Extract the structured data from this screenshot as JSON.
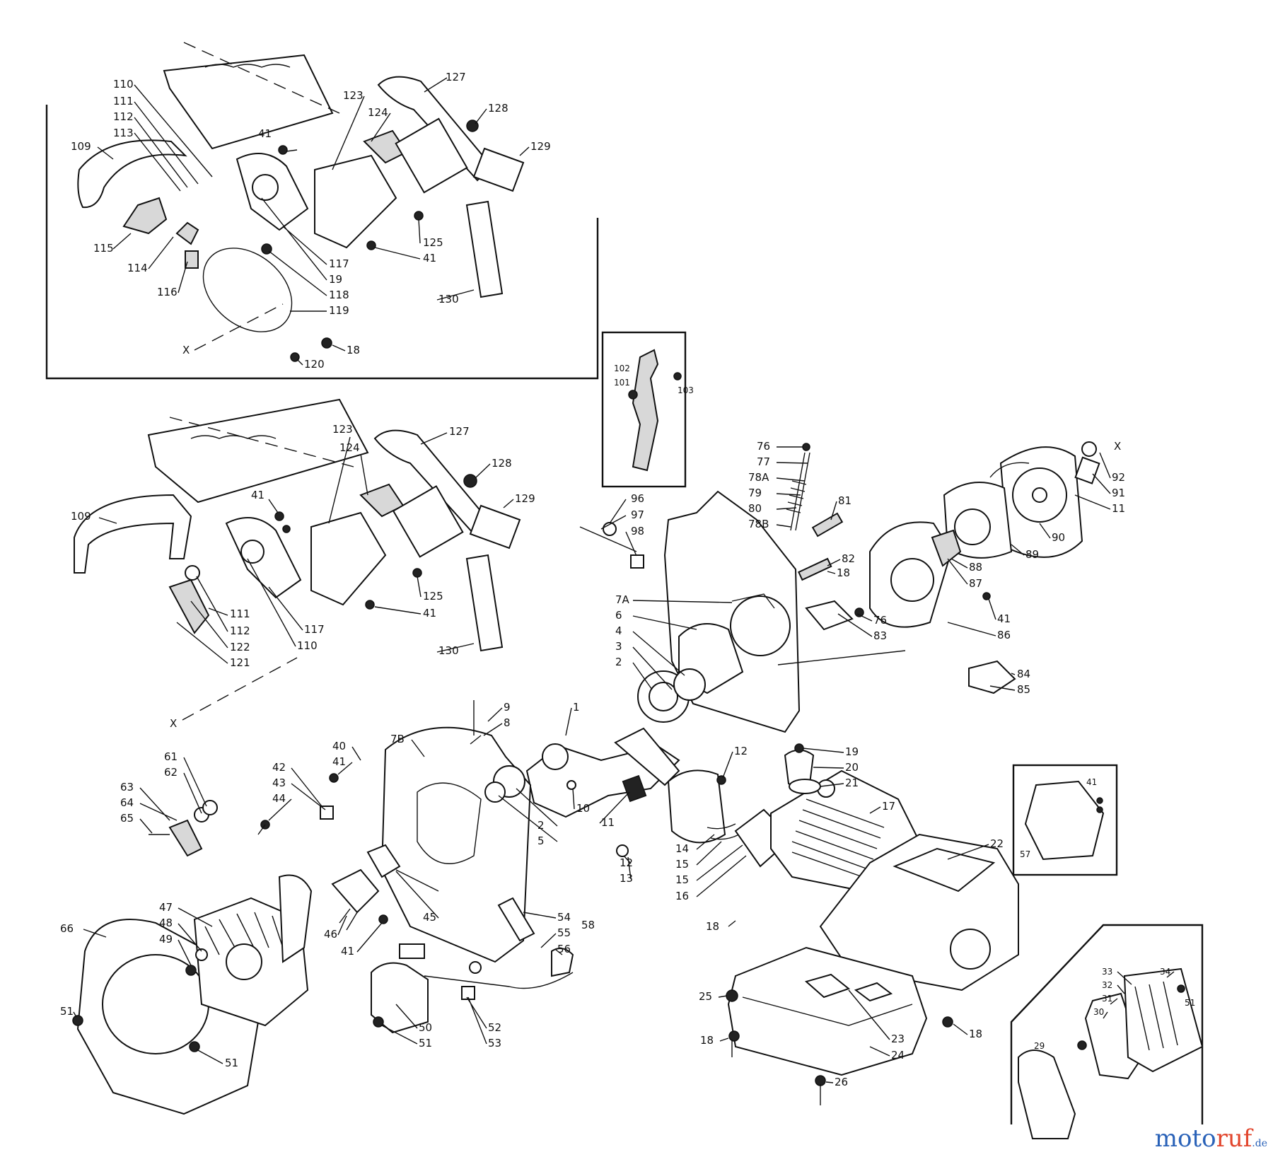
{
  "watermark": {
    "part1": "moto",
    "part2": "ruf",
    "suffix": ".de"
  },
  "labels": {
    "inset_top": [
      "110",
      "111",
      "112",
      "113",
      "109",
      "115",
      "114",
      "116",
      "41",
      "123",
      "124",
      "127",
      "128",
      "129",
      "117",
      "19",
      "118",
      "119",
      "18",
      "120",
      "125",
      "41",
      "130"
    ],
    "inset_trigger": [
      "102",
      "101",
      "103"
    ],
    "bar_assembly": [
      "123",
      "124",
      "127",
      "128",
      "129",
      "109",
      "41",
      "111",
      "112",
      "122",
      "121",
      "117",
      "110",
      "125",
      "41",
      "130"
    ],
    "crankcase": [
      "76",
      "77",
      "78A",
      "79",
      "80",
      "78B",
      "81",
      "82",
      "96",
      "97",
      "98",
      "7A",
      "6",
      "4",
      "3",
      "2",
      "18",
      "76",
      "83",
      "41",
      "86",
      "84",
      "85"
    ],
    "clutch": [
      "92",
      "91",
      "11",
      "90",
      "89",
      "88",
      "87"
    ],
    "engine": [
      "9",
      "8",
      "1",
      "7B",
      "40",
      "41",
      "42",
      "43",
      "44",
      "61",
      "62",
      "63",
      "64",
      "65",
      "10",
      "2",
      "5",
      "11",
      "12",
      "13",
      "12",
      "14",
      "15",
      "15",
      "16",
      "19",
      "20",
      "21",
      "17",
      "22"
    ],
    "ignition": [
      "47",
      "48",
      "49",
      "66",
      "51",
      "51",
      "46",
      "41",
      "45",
      "54",
      "58",
      "55",
      "56",
      "50",
      "51",
      "52",
      "53",
      "18"
    ],
    "exhaust": [
      "25",
      "18",
      "23",
      "24",
      "26",
      "18"
    ],
    "inset_gasket": [
      "41",
      "57"
    ],
    "inset_filter": [
      "33",
      "34",
      "32",
      "31",
      "30",
      "29",
      "51"
    ],
    "markers": [
      "X",
      "X",
      "X"
    ]
  }
}
